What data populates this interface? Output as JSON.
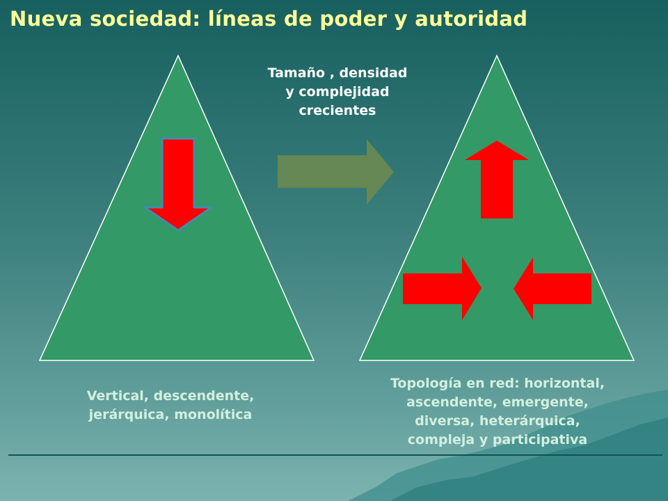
{
  "slide": {
    "title": "Nueva sociedad: líneas de poder y autoridad"
  },
  "labels": {
    "transition": [
      "Tamaño , densidad",
      "y complejidad",
      "crecientes"
    ],
    "left_caption": [
      "Vertical, descendente,",
      "jerárquica, monolítica"
    ],
    "right_caption": [
      "Topología en red: horizontal,",
      "ascendente, emergente,",
      "diversa, heterárquica,",
      "compleja y participativa"
    ]
  },
  "colors": {
    "title_text": "#ffff99",
    "triangle_fill": "#339966",
    "triangle_stroke": "#ffffff",
    "arrow_red": "#ff0000",
    "transition_arrow": "#668855",
    "caption_text": "#d2f0de"
  },
  "icons": {
    "left_arrow": "down-arrow-icon",
    "transition_arrow": "right-arrow-icon",
    "right_top_arrow": "up-arrow-icon",
    "right_left_arrow": "right-arrow-icon",
    "right_right_arrow": "left-arrow-icon"
  }
}
